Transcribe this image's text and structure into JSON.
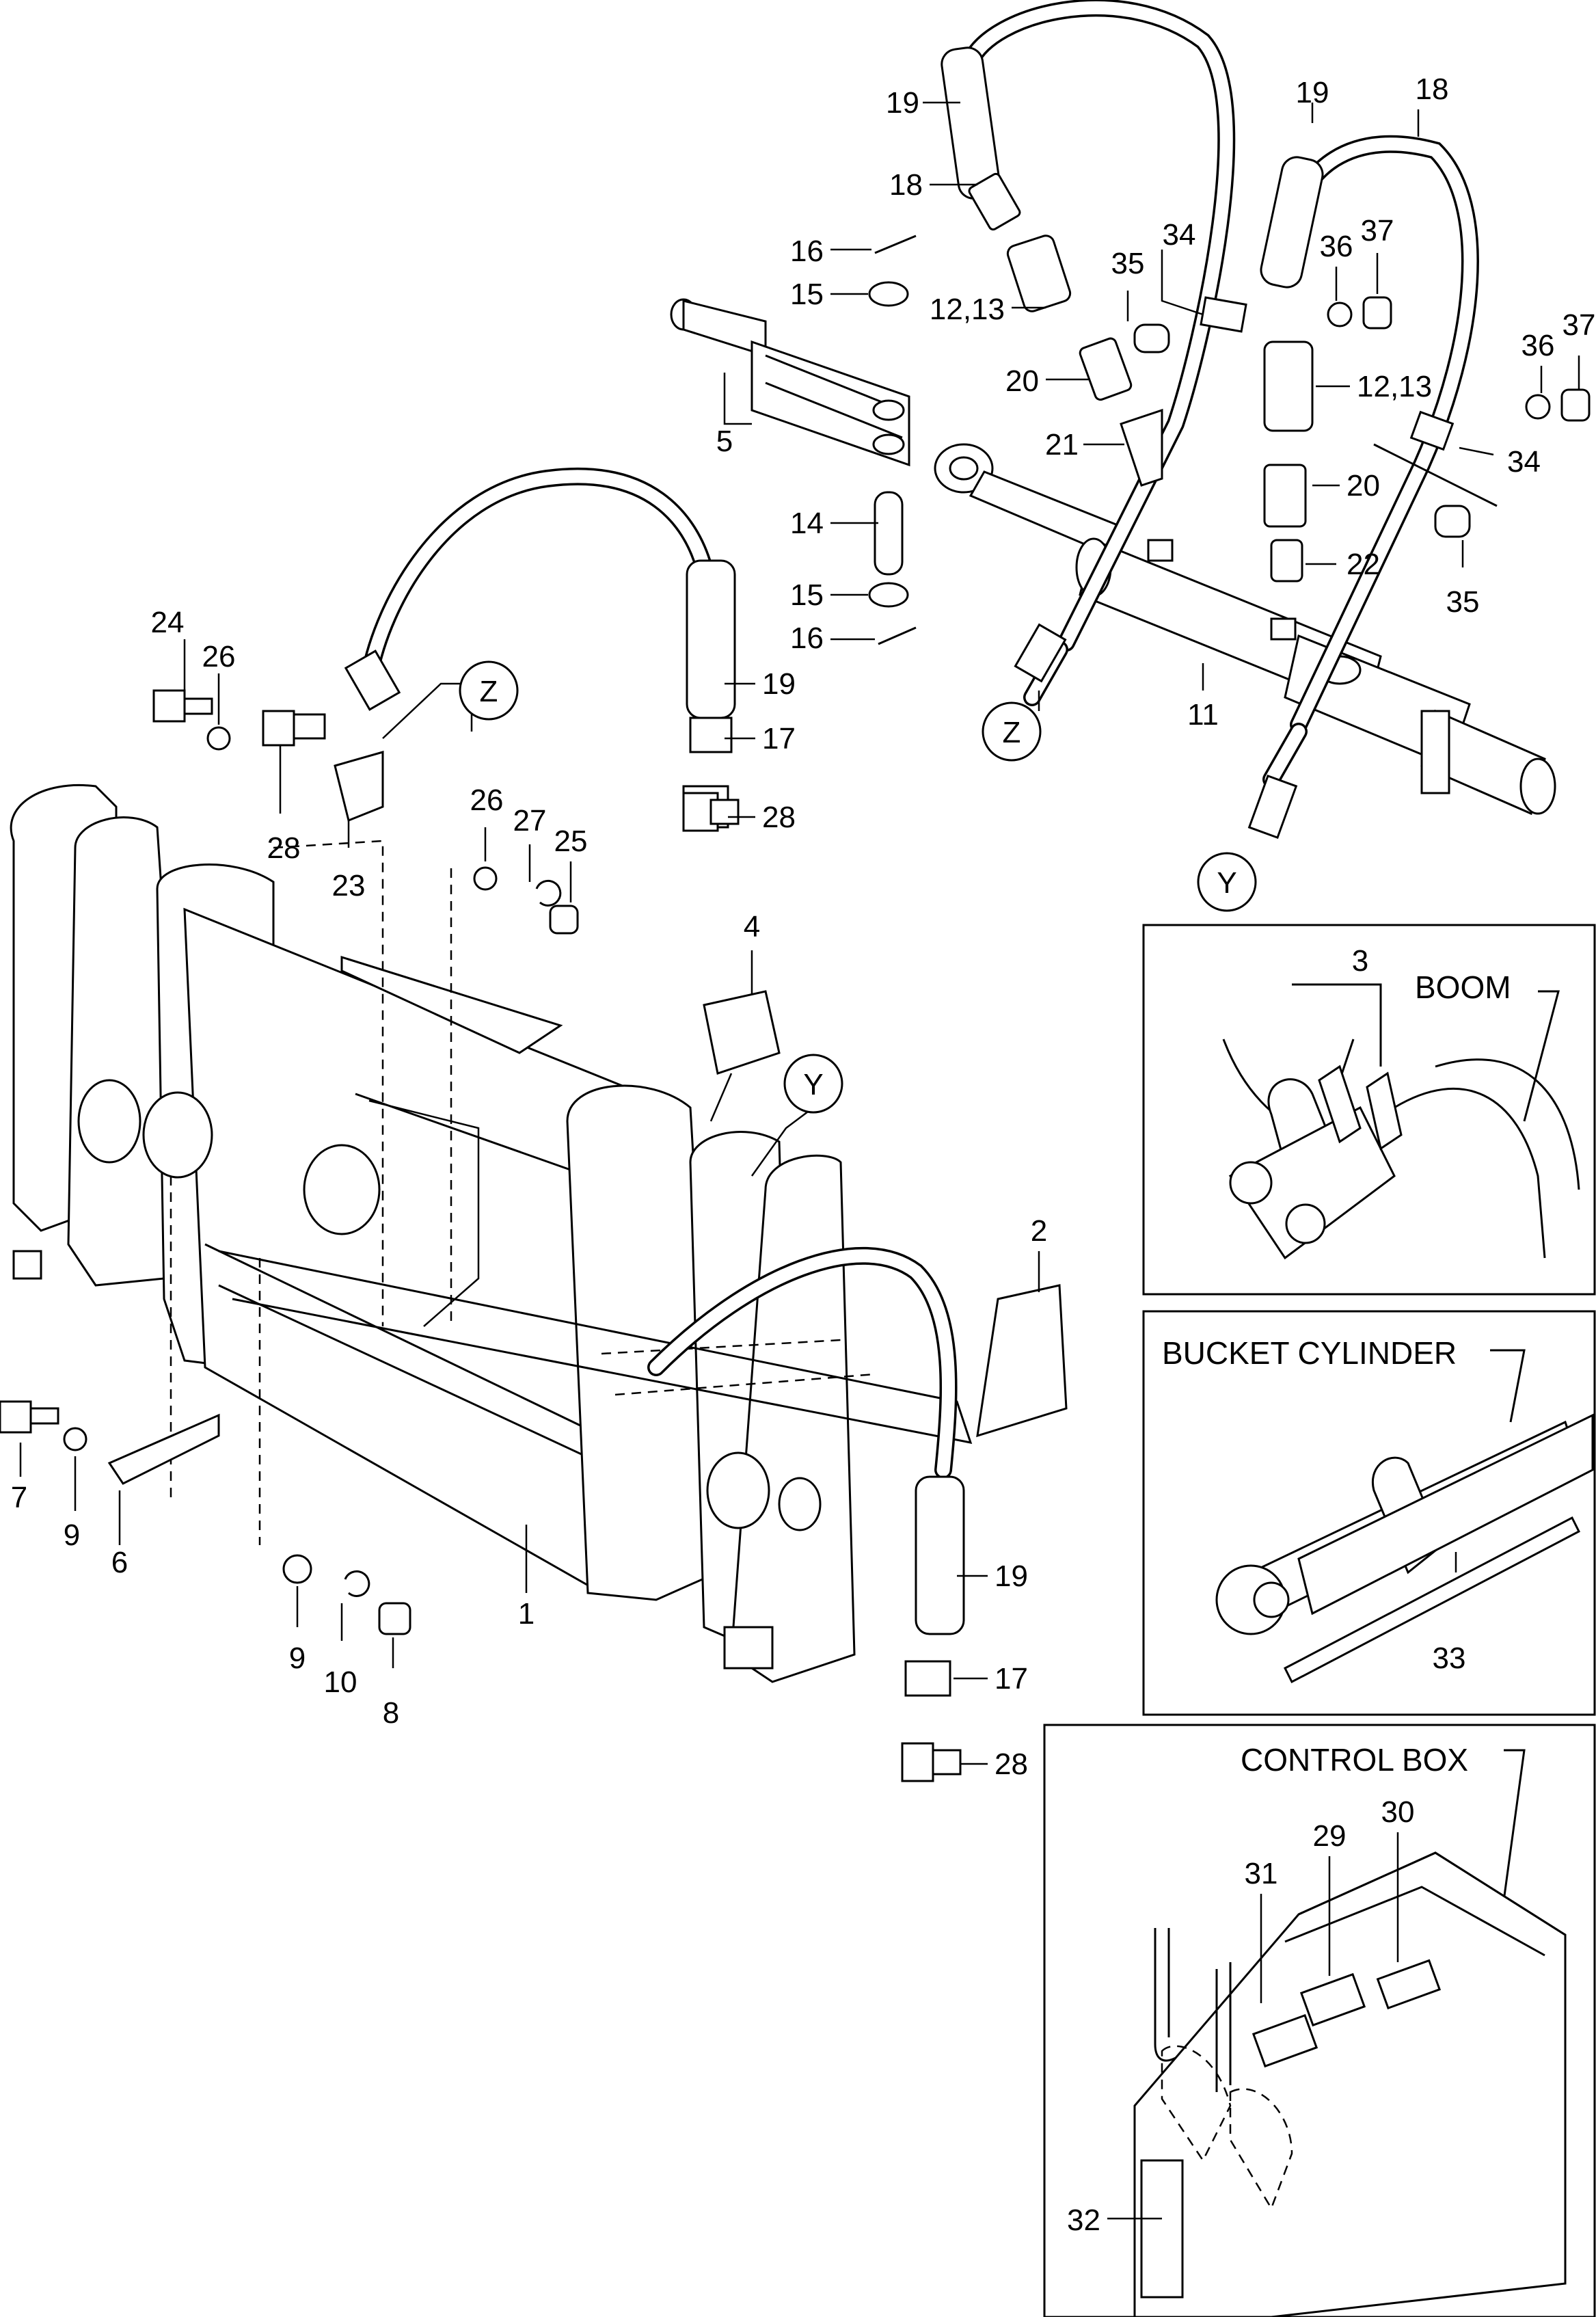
{
  "labels": {
    "p1": "1",
    "p2": "2",
    "p3": "3",
    "p4": "4",
    "p5": "5",
    "p6": "6",
    "p7": "7",
    "p8": "8",
    "p9a": "9",
    "p9b": "9",
    "p10": "10",
    "p11": "11",
    "p12_13a": "12,13",
    "p12_13b": "12,13",
    "p14": "14",
    "p15a": "15",
    "p15b": "15",
    "p16a": "16",
    "p16b": "16",
    "p17a": "17",
    "p17b": "17",
    "p18a": "18",
    "p18b": "18",
    "p19a": "19",
    "p19b": "19",
    "p19c": "19",
    "p19d": "19",
    "p20a": "20",
    "p20b": "20",
    "p21": "21",
    "p22": "22",
    "p23": "23",
    "p24": "24",
    "p25": "25",
    "p26a": "26",
    "p26b": "26",
    "p27": "27",
    "p28a": "28",
    "p28b": "28",
    "p28c": "28",
    "p29": "29",
    "p30": "30",
    "p31": "31",
    "p32": "32",
    "p33": "33",
    "p34a": "34",
    "p34b": "34",
    "p35a": "35",
    "p35b": "35",
    "p36a": "36",
    "p36b": "36",
    "p37a": "37",
    "p37b": "37"
  },
  "callouts": {
    "z_top": "Z",
    "z_right": "Z",
    "y_mid": "Y",
    "y_right": "Y"
  },
  "insets": {
    "boom": "BOOM",
    "bucket_cylinder": "BUCKET CYLINDER",
    "control_box": "CONTROL BOX"
  }
}
